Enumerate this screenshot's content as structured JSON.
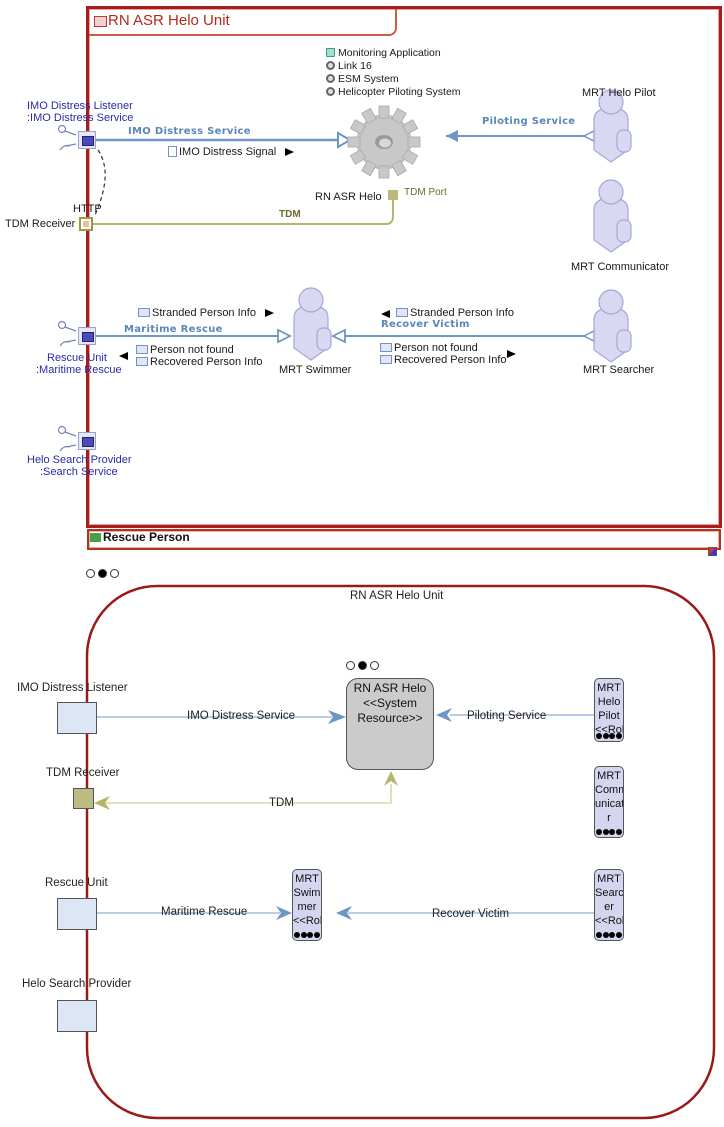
{
  "upper_diagram": {
    "frame_title": "RN ASR Helo Unit",
    "resources": [
      {
        "icon": "application-icon",
        "label": "Monitoring Application"
      },
      {
        "icon": "system-gear-icon",
        "label": "Link 16"
      },
      {
        "icon": "system-gear-icon",
        "label": "ESM System"
      },
      {
        "icon": "system-gear-icon",
        "label": "Helicopter Piloting System"
      }
    ],
    "system_node": {
      "label": "RN ASR Helo",
      "port_label": "TDM Port"
    },
    "ports": [
      {
        "name": "IMO  Distress Listener",
        "type": ":IMO Distress Service"
      },
      {
        "name": "Rescue Unit",
        "type": ":Maritime Rescue"
      },
      {
        "name": "Helo Search Provider",
        "type": ":Search Service"
      }
    ],
    "tdm_receiver": {
      "label": "TDM Receiver",
      "protocol": "HTTP"
    },
    "roles": {
      "pilot": "MRT Helo Pilot",
      "communicator": "MRT Communicator",
      "swimmer": "MRT Swimmer",
      "searcher": "MRT Searcher"
    },
    "connectors": {
      "imo_distress_service": "IMO Distress Service",
      "imo_distress_signal": "IMO Distress Signal",
      "piloting_service": "Piloting Service",
      "tdm": "TDM",
      "maritime_rescue": "Maritime Rescue",
      "recover_victim": "Recover Victim"
    },
    "messages": {
      "stranded_person_info": "Stranded Person Info",
      "person_not_found": "Person not found",
      "recovered_person_info": "Recovered Person Info"
    },
    "activity_bar": "Rescue Person"
  },
  "lower_diagram": {
    "frame_title": "RN ASR Helo Unit",
    "system_box": {
      "line1": "RN ASR Helo",
      "line2": "<<System",
      "line3": "Resource>>"
    },
    "ports": {
      "imo": "IMO  Distress Listener",
      "tdm": "TDM Receiver",
      "rescue": "Rescue Unit",
      "search": "Helo Search Provider"
    },
    "roles": {
      "pilot": [
        "MRT",
        "Helo",
        "Pilot",
        "<<Role"
      ],
      "communicator": [
        "MRT",
        "Comm",
        "unicato",
        "r"
      ],
      "swimmer": [
        "MRT",
        "Swim",
        "mer",
        "<<Role"
      ],
      "searcher": [
        "MRT",
        "Search",
        "er",
        "<<Role"
      ]
    },
    "connectors": {
      "imo_distress_service": "IMO Distress Service",
      "piloting_service": "Piloting Service",
      "tdm": "TDM",
      "maritime_rescue": "Maritime Rescue",
      "recover_victim": "Recover Victim"
    }
  },
  "colors": {
    "frame": "#a51d1d",
    "service_line": "#6e95c4",
    "tdm_line": "#b5b56a",
    "role_fill": "#d4d6f0",
    "port_fill": "#dce6f4"
  }
}
